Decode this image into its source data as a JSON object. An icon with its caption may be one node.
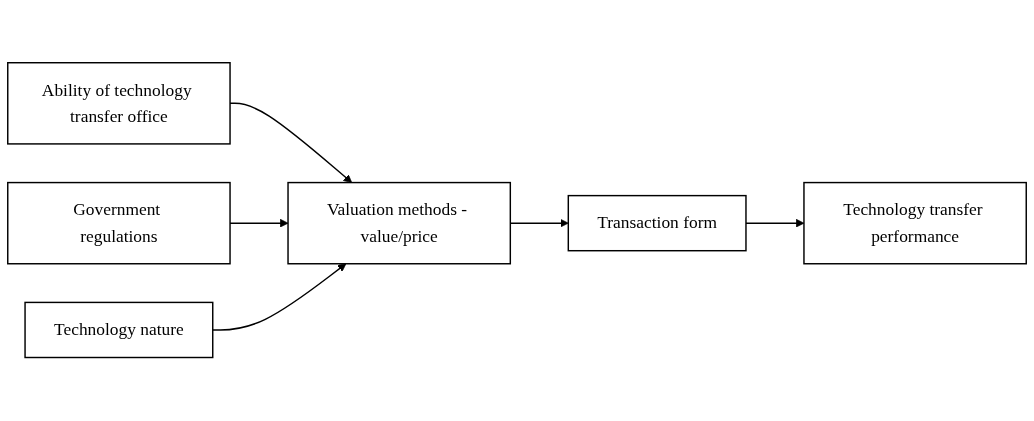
{
  "diagram": {
    "nodes": [
      {
        "text": [
          "Ability of technology transfer office"
        ]
      },
      {
        "text": [
          "Government regulations"
        ]
      },
      {
        "text": [
          "Valuation methods - value/price"
        ]
      },
      {
        "text": [
          "Transaction form"
        ]
      },
      {
        "text": [
          "Technology transfer performance"
        ]
      },
      {
        "text": [
          "Technology nature"
        ]
      }
    ],
    "edges": [
      {
        "from": 0,
        "to": 2,
        "arrow": "to"
      },
      {
        "from": 1,
        "to": 2,
        "arrow": "to"
      },
      {
        "from": 2,
        "to": 3,
        "arrow": "to"
      },
      {
        "from": 3,
        "to": 4,
        "arrow": "to"
      },
      {
        "from": 5,
        "to": 2,
        "arrow": "to"
      }
    ]
  }
}
